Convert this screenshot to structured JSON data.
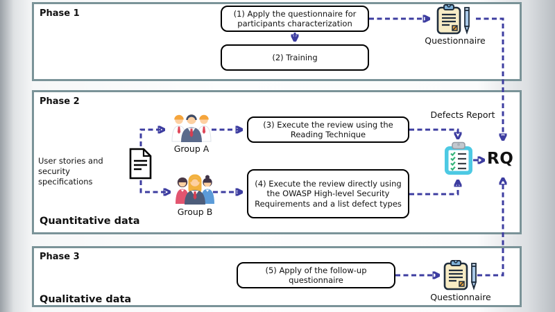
{
  "phase1": {
    "label": "Phase 1",
    "step1": "(1) Apply the questionnaire for participants characterization",
    "step2": "(2) Training",
    "questionnaire_label": "Questionnaire"
  },
  "phase2": {
    "label": "Phase 2",
    "data_type_label": "Quantitative data",
    "input_label": "User stories and security specifications",
    "group_a_label": "Group A",
    "group_b_label": "Group B",
    "step3": "(3) Execute the review using the Reading Technique",
    "step4": "(4) Execute the review directly using the OWASP High-level Security Requirements and a list defect types",
    "defects_report_label": "Defects Report",
    "rq_label": "RQ"
  },
  "phase3": {
    "label": "Phase 3",
    "data_type_label": "Qualitative data",
    "step5": "(5) Apply of the follow-up questionnaire",
    "questionnaire_label": "Questionnaire"
  },
  "colors": {
    "arrow": "#3d3da0",
    "phase_border": "#7a9398",
    "step_border": "#000000",
    "defects_clipboard_accent": "#4dc9e3",
    "questionnaire_paper": "#f7ecc5"
  }
}
